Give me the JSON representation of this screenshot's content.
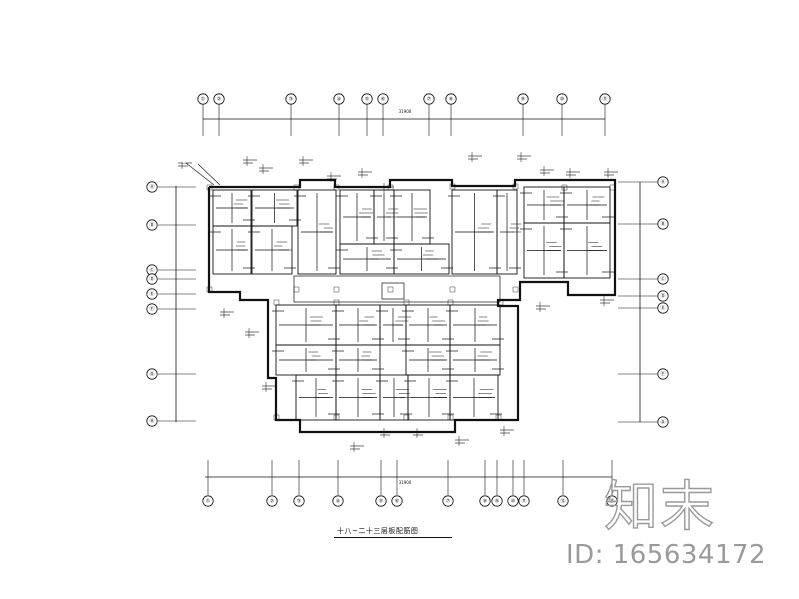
{
  "drawing": {
    "title": "十八~二十三层板配筋图",
    "top_axes": [
      "①",
      "②",
      "③",
      "④",
      "⑤",
      "⑥",
      "⑦",
      "⑧",
      "⑨",
      "⑩",
      "⑪"
    ],
    "bottom_axes": [
      "①",
      "②",
      "③",
      "④",
      "⑤",
      "⑥",
      "⑦",
      "⑧",
      "⑨",
      "⑩",
      "⑪",
      "⑫",
      "⑬"
    ],
    "left_axes": [
      "Ⓐ",
      "Ⓑ",
      "Ⓒ",
      "Ⓓ",
      "Ⓔ",
      "Ⓕ",
      "Ⓖ",
      "Ⓗ"
    ],
    "right_axes": [
      "Ⓐ",
      "Ⓑ",
      "Ⓒ",
      "Ⓓ",
      "Ⓔ",
      "Ⓕ",
      "Ⓖ"
    ],
    "top_total_dimension": "31900",
    "bottom_total_dimension": "31900"
  },
  "watermark": {
    "logo_text": "知末",
    "id_text": "ID: 165634172"
  }
}
